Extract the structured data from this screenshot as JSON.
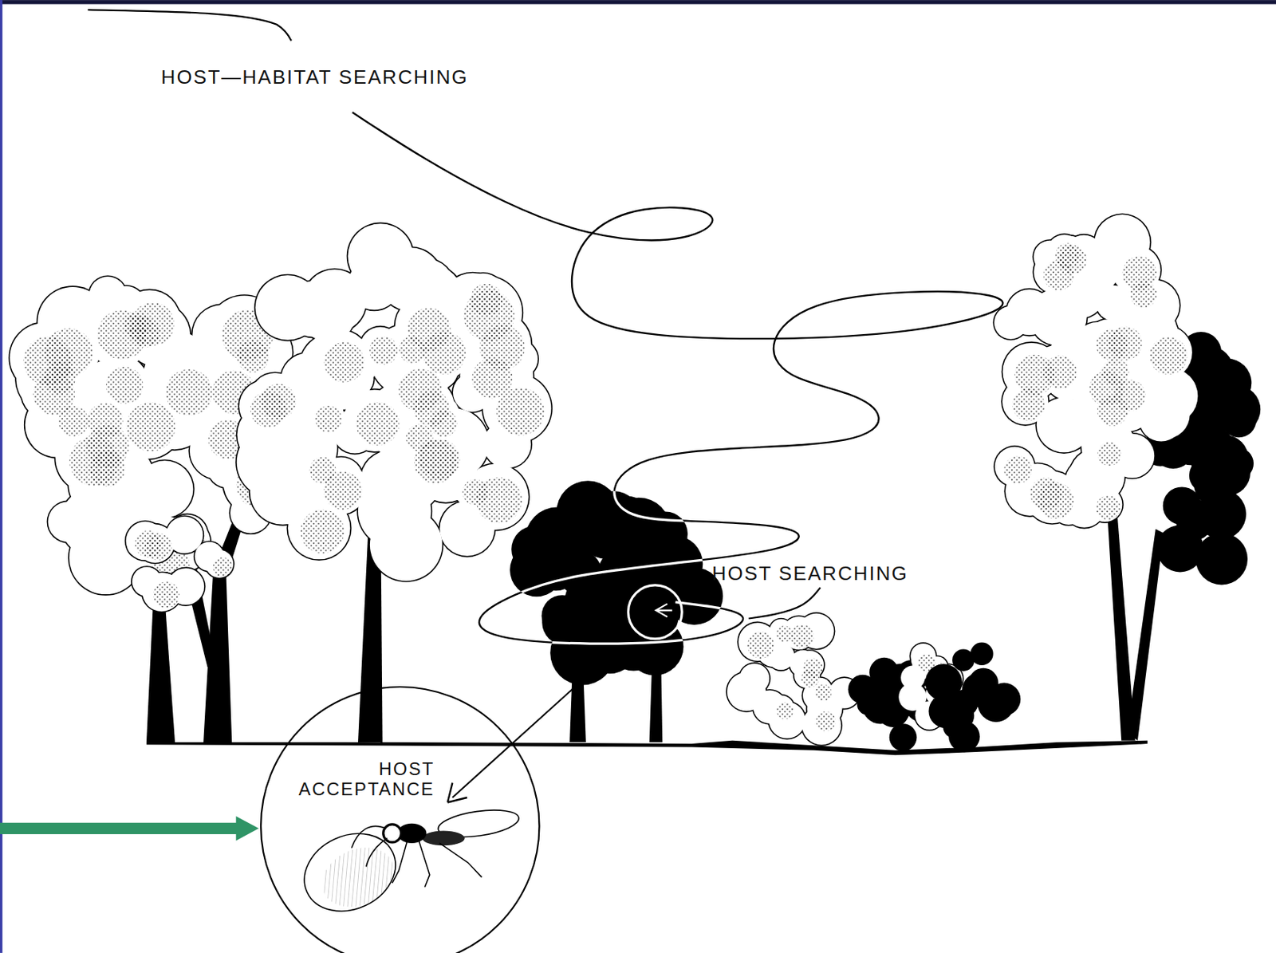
{
  "diagram": {
    "nodes": [
      {
        "text": [
          "HOST ACCEPTANCE"
        ]
      }
    ],
    "labels": [
      "HOST—HABITAT SEARCHING",
      "HOST SEARCHING"
    ]
  }
}
